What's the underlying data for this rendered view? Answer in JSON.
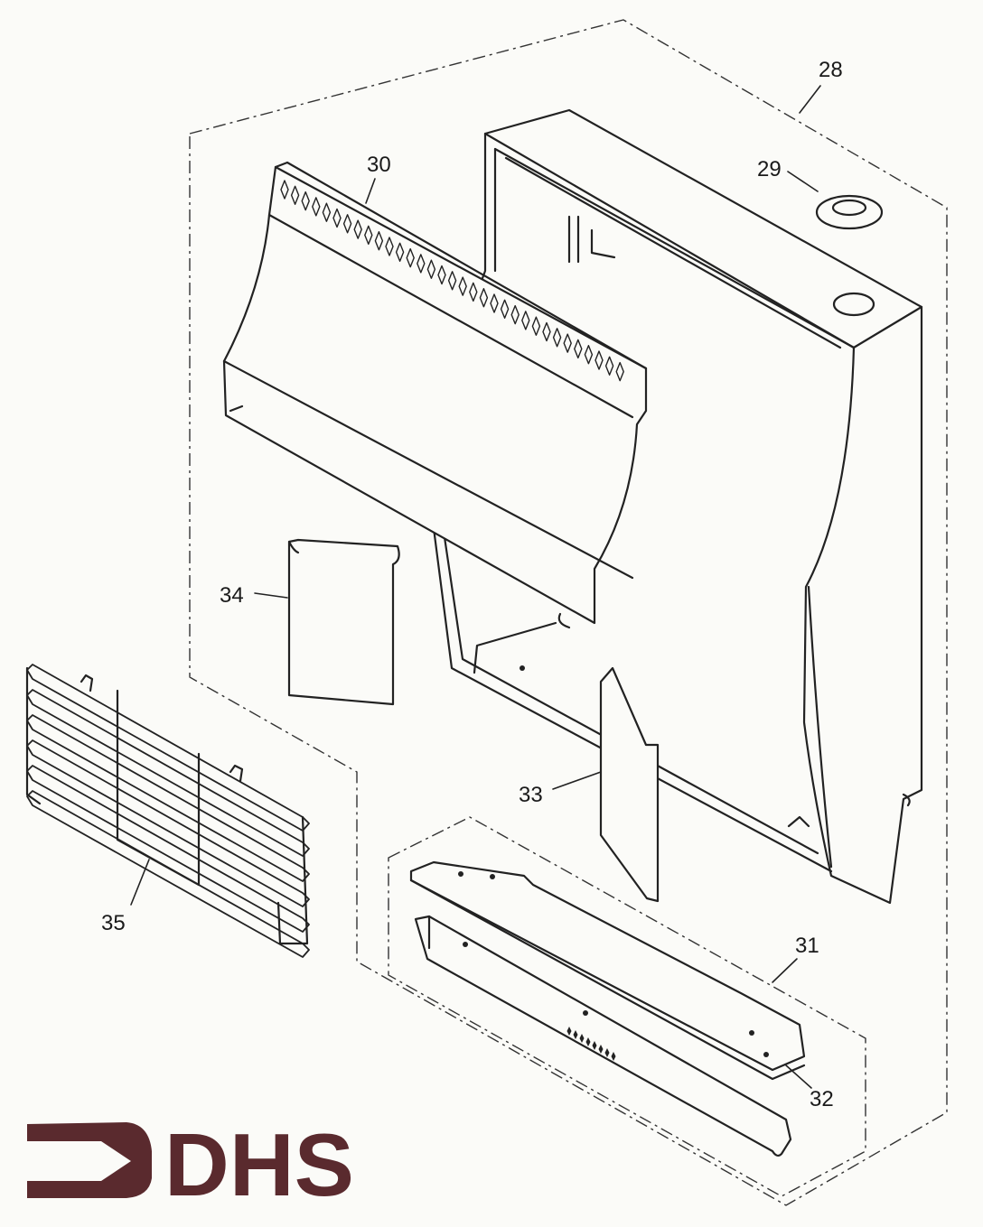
{
  "diagram": {
    "callouts": {
      "c28": "28",
      "c29": "29",
      "c30": "30",
      "c31": "31",
      "c32": "32",
      "c33": "33",
      "c34": "34",
      "c35": "35"
    },
    "logo": {
      "text": "DHS",
      "color": "#5a2a2e"
    }
  }
}
